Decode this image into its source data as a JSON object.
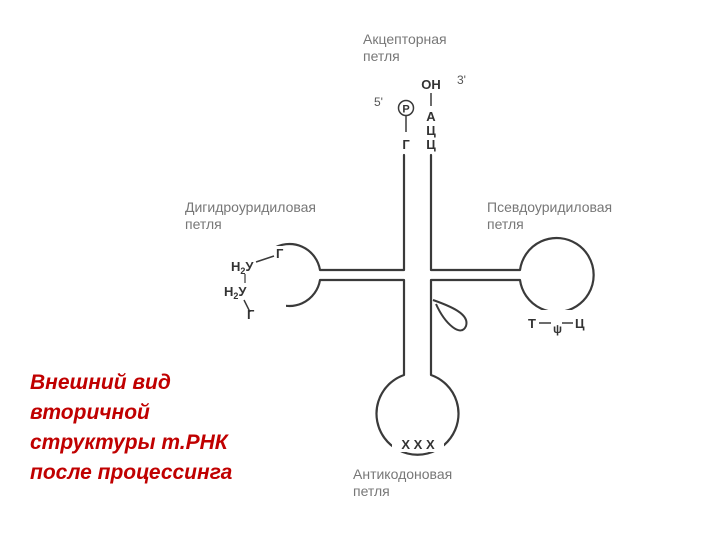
{
  "labels": {
    "acceptor_line1": "Акцепторная",
    "acceptor_line2": "петля",
    "dihydro_line1": "Дигидроуридиловая",
    "dihydro_line2": "петля",
    "pseudo_line1": "Псевдоуридиловая",
    "pseudo_line2": "петля",
    "anticodon_line1": "Антикодоновая",
    "anticodon_line2": "петля"
  },
  "ends": {
    "five_prime": "5'",
    "three_prime": "3'",
    "oh": "OH",
    "phosphate": "P"
  },
  "acceptor_stem": {
    "left_base": "Г",
    "right_bases": [
      "А",
      "Ц",
      "Ц"
    ]
  },
  "d_loop": {
    "base_top": "Г",
    "base_bottom": "Г",
    "h2y_main": "Н",
    "h2y_sub": "2",
    "h2y_tail": "У"
  },
  "t_loop": {
    "base_t": "Т",
    "base_psi": "ψ",
    "base_c": "Ц"
  },
  "anticodon": "X X X",
  "caption": [
    "Внешний вид",
    "вторичной",
    "структуры т.РНК",
    "после процессинга"
  ]
}
